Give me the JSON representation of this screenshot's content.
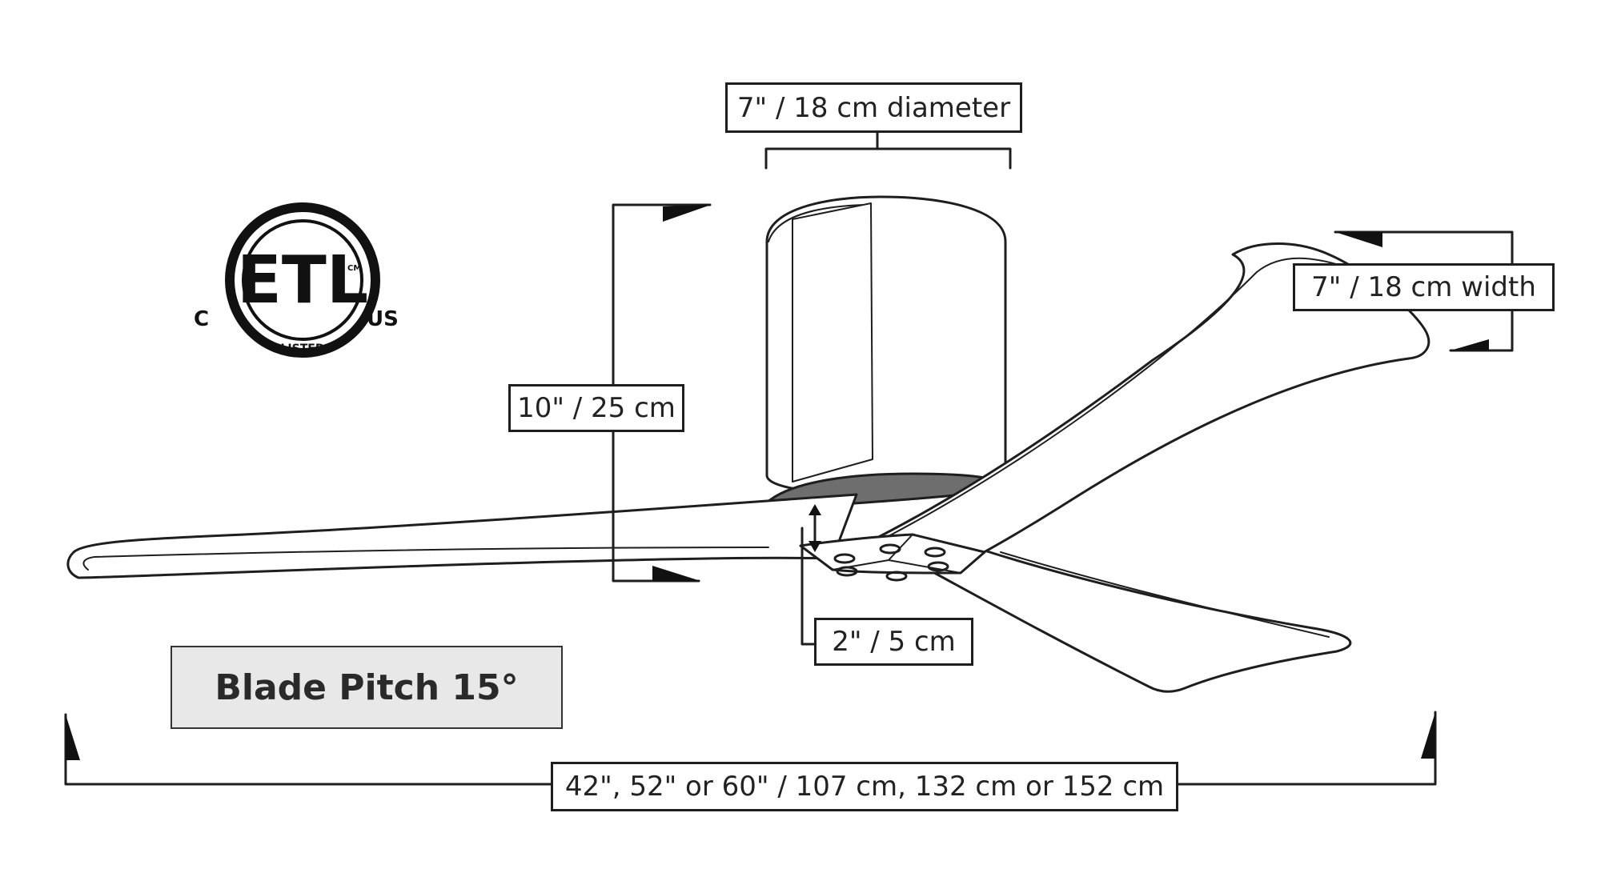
{
  "certification": {
    "logo_text": "ETL",
    "left_letter": "C",
    "right_letters": "US",
    "listed": "LISTED",
    "cm": "CM"
  },
  "dimensions": {
    "canopy_diameter": "7\" / 18 cm diameter",
    "height": "10\" / 25 cm",
    "blade_width": "7\" / 18 cm width",
    "blade_clearance": "2\" / 5 cm",
    "span": "42\", 52\" or 60\" / 107 cm, 132  cm or 152 cm"
  },
  "blade_pitch": "Blade Pitch 15°",
  "colors": {
    "stroke": "#1e1e1e",
    "pitch_box": "#e8e8e8",
    "blade_fill": "#ffffff"
  }
}
